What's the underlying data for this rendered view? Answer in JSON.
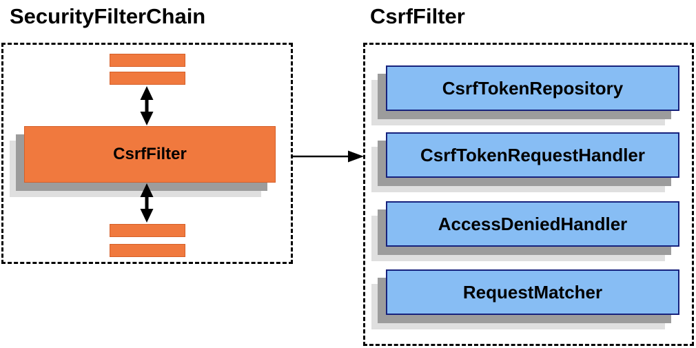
{
  "diagram": {
    "left": {
      "title": "SecurityFilterChain",
      "node_label": "CsrfFilter"
    },
    "right": {
      "title": "CsrfFilter",
      "components": [
        "CsrfTokenRepository",
        "CsrfTokenRequestHandler",
        "AccessDeniedHandler",
        "RequestMatcher"
      ]
    },
    "colors": {
      "node_orange_fill": "#F0793E",
      "node_orange_border": "#D55F28",
      "component_blue_fill": "#87BDF4",
      "component_blue_border": "#16217C",
      "shadow_dark": "#9C9C9C",
      "shadow_light": "#DFDFDF",
      "line_color": "#000000",
      "background": "#FFFFFF"
    }
  }
}
